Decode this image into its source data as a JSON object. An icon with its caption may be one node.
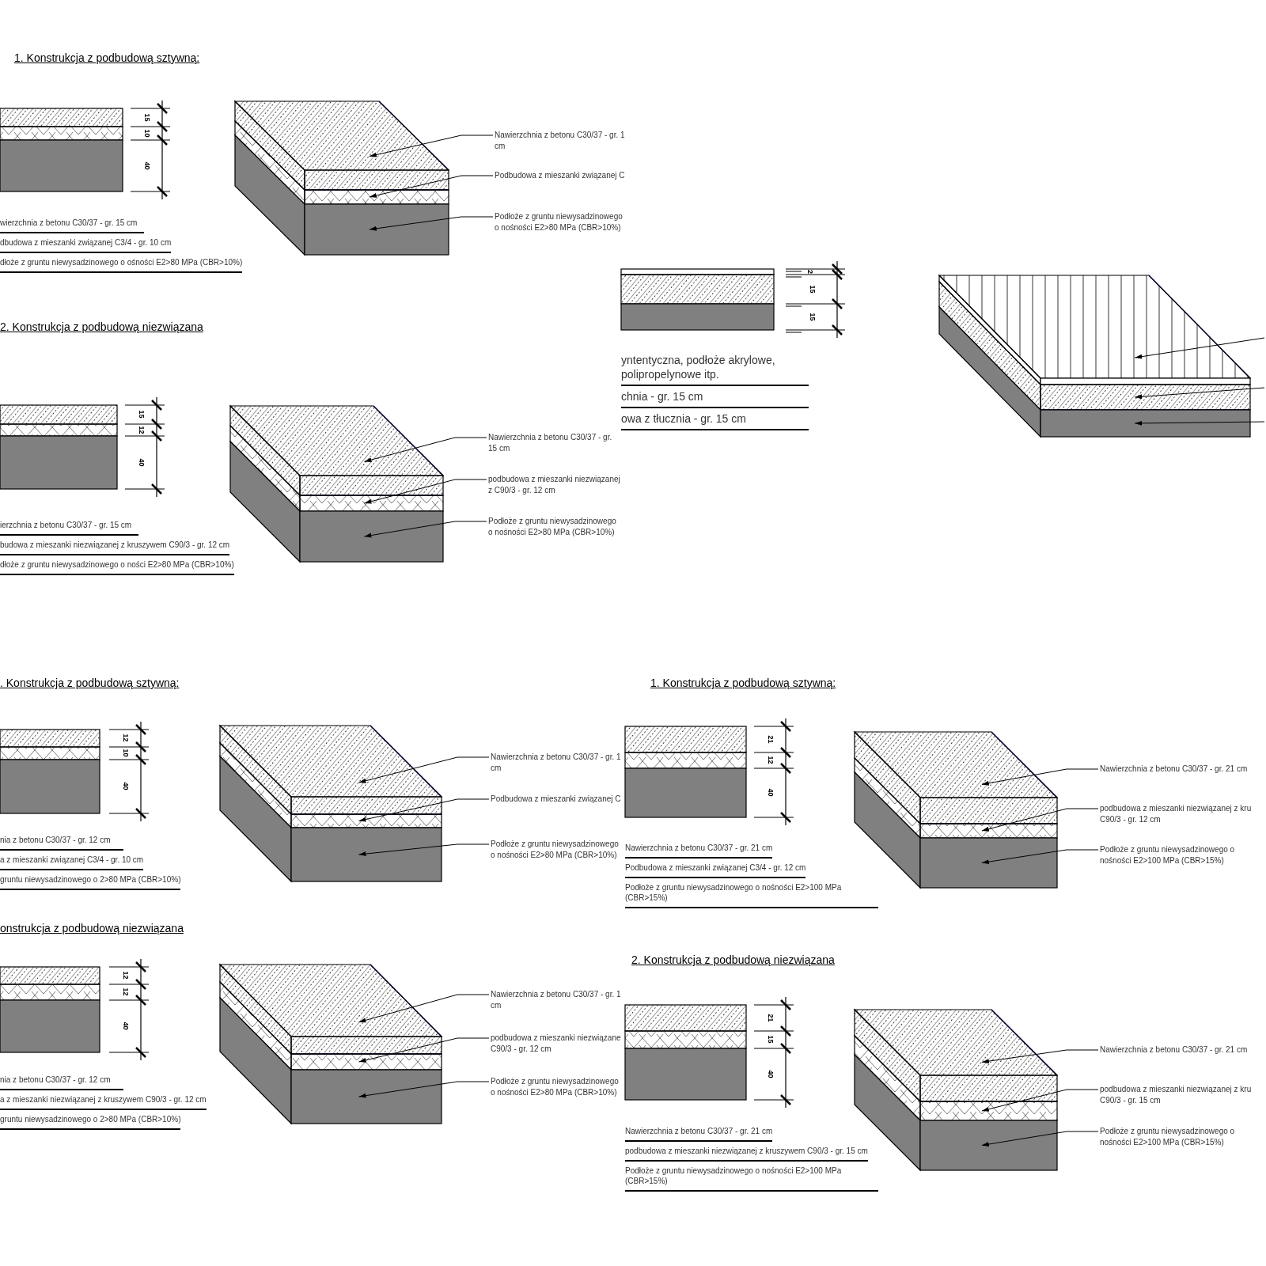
{
  "diagram": {
    "nodes": [
      {
        "text": [
          "Nawierzchnia z betonu C30/37 - gr. 1 cm"
        ]
      },
      {
        "text": [
          "Podbudowa z mieszanki związanej C"
        ]
      },
      {
        "text": [
          "Podłoże z gruntu niewysadzinowego o nośności E2>80 MPa (CBR>10%)"
        ]
      },
      {
        "text": [],
        "shape": "box"
      },
      {
        "text": [],
        "shape": "box"
      },
      {
        "text": [],
        "shape": "box"
      },
      {
        "text": [
          "Nawierzchnia z betonu C30/37 - gr. 15 cm"
        ]
      },
      {
        "text": [
          "podbudowa z mieszanki niezwiązanej z C90/3 - gr. 12 cm"
        ]
      },
      {
        "text": [
          "Podłoże z gruntu niewysadzinowego o nośności E2>80 MPa (CBR>10%)"
        ]
      },
      {
        "text": [],
        "shape": "box"
      },
      {
        "text": [],
        "shape": "box"
      },
      {
        "text": [],
        "shape": "box"
      },
      {
        "text": [],
        "shape": "box"
      },
      {
        "text": [],
        "shape": "box"
      },
      {
        "text": [],
        "shape": "box"
      },
      {
        "text": [
          "Nawierzchnia z betonu C30/37 - gr. 1 cm"
        ]
      },
      {
        "text": [
          "Podbudowa z mieszanki związanej C"
        ]
      },
      {
        "text": [
          "Podłoże z gruntu niewysadzinowego o nośności E2>80 MPa (CBR>10%)"
        ]
      },
      {
        "text": [],
        "shape": "box"
      },
      {
        "text": [],
        "shape": "box"
      },
      {
        "text": [],
        "shape": "box"
      },
      {
        "text": [
          "Nawierzchnia z betonu C30/37 - gr. 1 cm"
        ]
      },
      {
        "text": [
          "podbudowa z mieszanki niezwiązane C90/3 - gr. 12 cm"
        ]
      },
      {
        "text": [
          "Podłoże z gruntu niewysadzinowego o nośności E2>80 MPa (CBR>10%)"
        ]
      },
      {
        "text": [],
        "shape": "box"
      },
      {
        "text": [],
        "shape": "box"
      },
      {
        "text": [],
        "shape": "box"
      },
      {
        "text": [
          "Nawierzchnia z betonu C30/37 - gr. 21 cm"
        ]
      },
      {
        "text": [
          "podbudowa z mieszanki niezwiązanej z kru C90/3 - gr. 12 cm"
        ]
      },
      {
        "text": [
          "Podłoże z gruntu niewysadzinowego o nośności E2>100 MPa (CBR>15%)"
        ]
      },
      {
        "text": [],
        "shape": "box"
      },
      {
        "text": [],
        "shape": "box"
      },
      {
        "text": [],
        "shape": "box"
      },
      {
        "text": [
          "Nawierzchnia z betonu C30/37 - gr. 21 cm"
        ]
      },
      {
        "text": [
          "podbudowa z mieszanki niezwiązanej z kru C90/3 - gr. 15 cm"
        ]
      },
      {
        "text": [
          "Podłoże z gruntu niewysadzinowego o nośności E2>100 MPa (CBR>15%)"
        ]
      },
      {
        "text": [],
        "shape": "box"
      },
      {
        "text": [],
        "shape": "box"
      },
      {
        "text": [],
        "shape": "box"
      }
    ],
    "edges": [
      {
        "from": 0,
        "to": 3,
        "arrow": "to"
      },
      {
        "from": 1,
        "to": 4,
        "arrow": "to"
      },
      {
        "from": 2,
        "to": 5,
        "arrow": "to"
      },
      {
        "from": 6,
        "to": 9,
        "arrow": "to"
      },
      {
        "from": 7,
        "to": 10,
        "arrow": "to"
      },
      {
        "from": 8,
        "to": 11,
        "arrow": "to"
      },
      {
        "from": null,
        "to": 12,
        "arrow": "to"
      },
      {
        "from": null,
        "to": 13,
        "arrow": "to"
      },
      {
        "from": null,
        "to": 14,
        "arrow": "to"
      },
      {
        "from": 15,
        "to": 18,
        "arrow": "to"
      },
      {
        "from": 16,
        "to": 19,
        "arrow": "to"
      },
      {
        "from": 17,
        "to": 20,
        "arrow": "to"
      },
      {
        "from": 21,
        "to": 24,
        "arrow": "to"
      },
      {
        "from": 22,
        "to": 25,
        "arrow": "to"
      },
      {
        "from": 23,
        "to": 26,
        "arrow": "to"
      },
      {
        "from": 27,
        "to": 30,
        "arrow": "to"
      },
      {
        "from": 28,
        "to": 31,
        "arrow": "to"
      },
      {
        "from": 29,
        "to": 32,
        "arrow": "to"
      },
      {
        "from": 33,
        "to": 36,
        "arrow": "to"
      },
      {
        "from": 34,
        "to": 37,
        "arrow": "to"
      },
      {
        "from": 35,
        "to": 38,
        "arrow": "to"
      }
    ],
    "labels": [
      "1. Konstrukcja z podbudową sztywną:",
      "15",
      "10",
      "40",
      "wierzchnia z betonu C30/37 - gr. 15 cm",
      "dbudowa z mieszanki związanej C3/4 - gr. 10 cm",
      "dłoże z gruntu niewysadzinowego o ośności E2>80 MPa (CBR>10%)",
      "2. Konstrukcja z podbudową niezwiązana",
      "15",
      "12",
      "40",
      "ierzchnia z betonu C30/37 - gr. 15 cm",
      "budowa z mieszanki niezwiązanej z kruszywem C90/3 - gr. 12 cm",
      "dłoże z gruntu niewysadzinowego o ności E2>80 MPa (CBR>10%)",
      "2",
      "15",
      "15",
      "yntentyczna, podłoże akrylowe, polipropelynowe itp.",
      "chnia - gr. 15 cm",
      "owa z tłucznia - gr. 15 cm",
      ". Konstrukcja z podbudową sztywną:",
      "12",
      "10",
      "40",
      "nia z betonu C30/37 - gr. 12 cm",
      "a z mieszanki związanej C3/4 - gr. 10 cm",
      "gruntu niewysadzinowego o 2>80 MPa (CBR>10%)",
      "onstrukcja z podbudową niezwiązana",
      "12",
      "12",
      "40",
      "nia z betonu C30/37 - gr. 12 cm",
      "a z mieszanki niezwiązanej z kruszywem C90/3 - gr. 12 cm",
      "gruntu niewysadzinowego o 2>80 MPa (CBR>10%)",
      "1. Konstrukcja z podbudową sztywną:",
      "21",
      "12",
      "40",
      "Nawierzchnia z betonu C30/37 - gr. 21 cm",
      "Podbudowa z mieszanki związanej C3/4 - gr. 12 cm",
      "Podłoże z gruntu niewysadzinowego o nośności E2>100 MPa (CBR>15%)",
      "2. Konstrukcja z podbudową niezwiązana",
      "21",
      "15",
      "40",
      "Nawierzchnia z betonu C30/37 - gr. 21 cm",
      "podbudowa z mieszanki niezwiązanej z kruszywem C90/3 - gr. 15 cm",
      "Podłoże z gruntu niewysadzinowego o nośności E2>100 MPa (CBR>15%)"
    ]
  }
}
